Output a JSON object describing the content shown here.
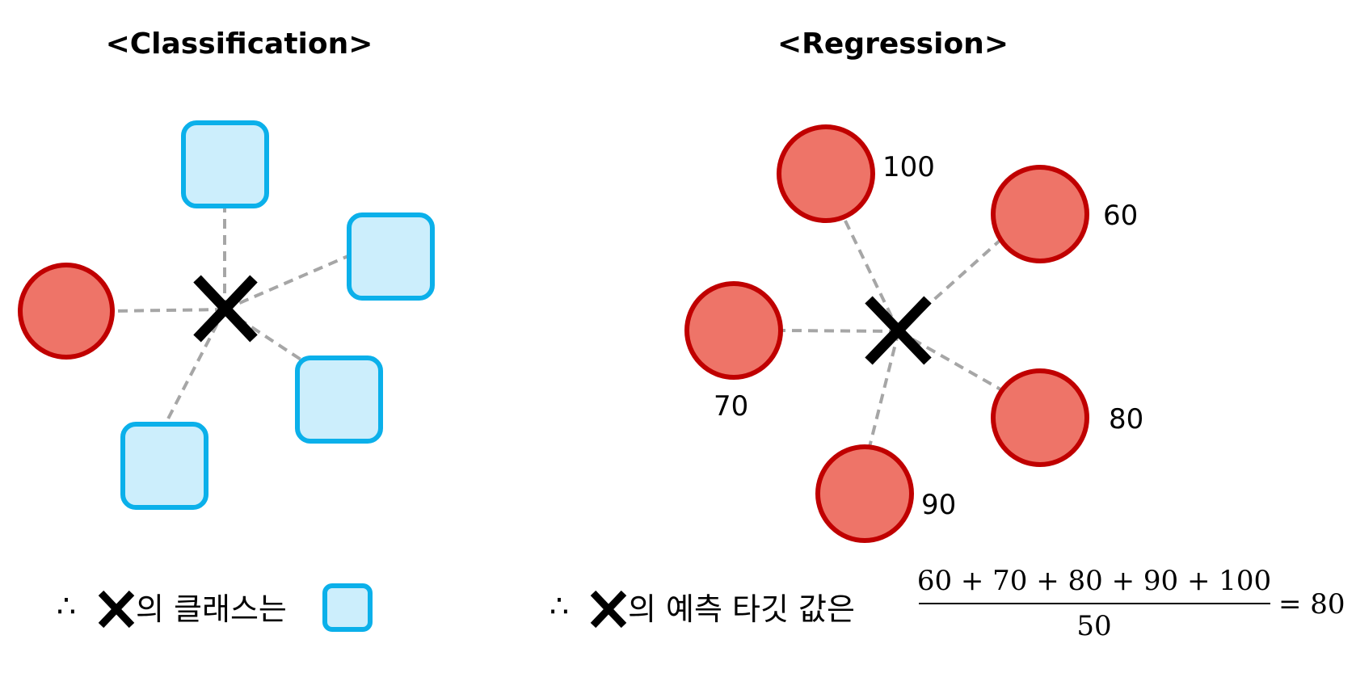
{
  "classification": {
    "title": "<Classification>",
    "conclusion_prefix": "∴",
    "conclusion_text": "의 클래스는"
  },
  "regression": {
    "title": "<Regression>",
    "neighbor_values": [
      "100",
      "60",
      "70",
      "80",
      "90"
    ],
    "conclusion_prefix": "∴",
    "conclusion_text": "의 예측 타깃 값은",
    "numerator": "60 + 70 + 80 + 90 + 100",
    "denominator": "50",
    "result": "= 80"
  },
  "colors": {
    "square_fill": "#cceefc",
    "square_stroke": "#0bb0ea",
    "circle_fill": "#ee7468",
    "circle_stroke": "#c00000",
    "edge": "#a6a6a6",
    "query": "#000000"
  },
  "icons": {
    "query_point": "x-mark-icon",
    "class_square": "square-icon",
    "class_circle": "circle-icon"
  }
}
